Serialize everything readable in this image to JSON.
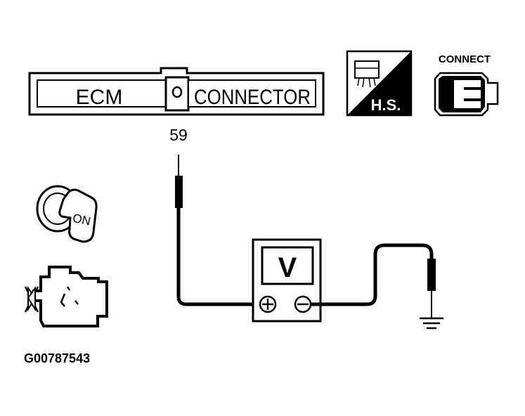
{
  "connector": {
    "left_label": "ECM",
    "right_label": "CONNECTOR",
    "pin_number": "59"
  },
  "harness_icon": {
    "label": "H.S.",
    "icon": "harness-side-connector-icon"
  },
  "connect_icon": {
    "label": "CONNECT",
    "icon": "connector-plug-icon"
  },
  "ignition": {
    "label": "ON",
    "icon": "ignition-key-icon"
  },
  "engine": {
    "icon": "engine-off-icon"
  },
  "voltmeter": {
    "label": "V",
    "plus": "+",
    "minus": "−"
  },
  "figure_id": "G00787543"
}
